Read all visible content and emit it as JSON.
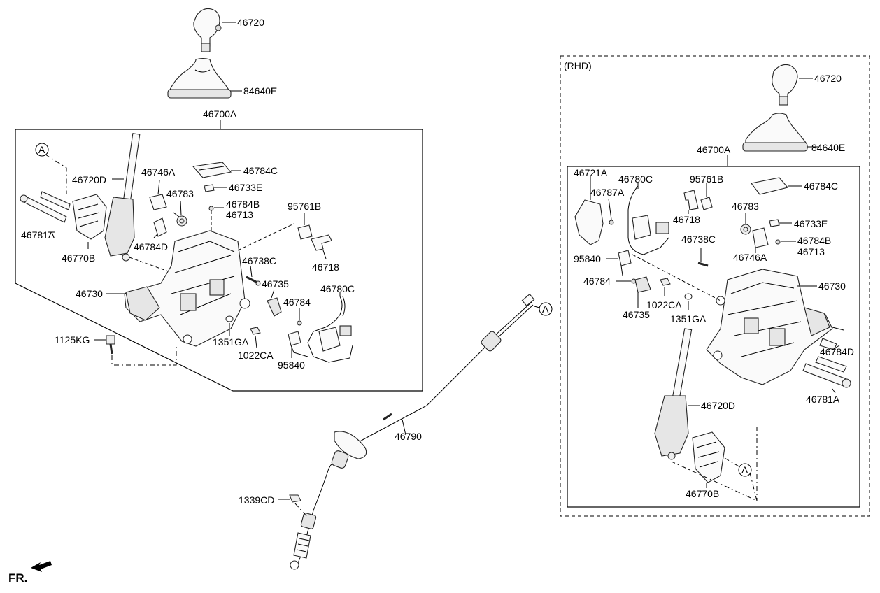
{
  "callouts": {
    "main": {
      "knob": "46720",
      "boot": "84640E",
      "assy": "46700A",
      "marker_a": "A",
      "lever": "46720D",
      "cover_c": "46784C",
      "bracket_a": "46746A",
      "clip_e": "46733E",
      "spring": "46783",
      "pin_b": "46784B",
      "pin_13": "46713",
      "connector": "95761B",
      "pin_a": "46781A",
      "clip_d": "46784D",
      "detent_b": "46770B",
      "bolt_c": "46738C",
      "base": "46730",
      "lock": "46735",
      "wire": "46780C",
      "sleeve": "46718",
      "pin_84": "46784",
      "washer": "1351GA",
      "nut": "1022CA",
      "solenoid": "95840",
      "bolt_kg": "1125KG"
    },
    "cable": {
      "label": "46790",
      "marker_a": "A",
      "nut": "1339CD"
    },
    "rhd": {
      "title": "(RHD)",
      "knob": "46720",
      "boot": "84640E",
      "assy": "46700A",
      "bracket": "46721A",
      "clip": "46787A",
      "wire": "46780C",
      "connector": "95761B",
      "cover_c": "46784C",
      "sleeve": "46718",
      "spring": "46783",
      "clip_e": "46733E",
      "bolt_c": "46738C",
      "pin_b": "46784B",
      "bracket_a": "46746A",
      "pin_13": "46713",
      "solenoid": "95840",
      "base": "46730",
      "pin_84": "46784",
      "nut": "1022CA",
      "lock": "46735",
      "washer": "1351GA",
      "clip_d": "46784D",
      "pin_a": "46781A",
      "lever": "46720D",
      "marker_a": "A",
      "detent_b": "46770B"
    }
  },
  "footer": {
    "direction": "FR."
  }
}
